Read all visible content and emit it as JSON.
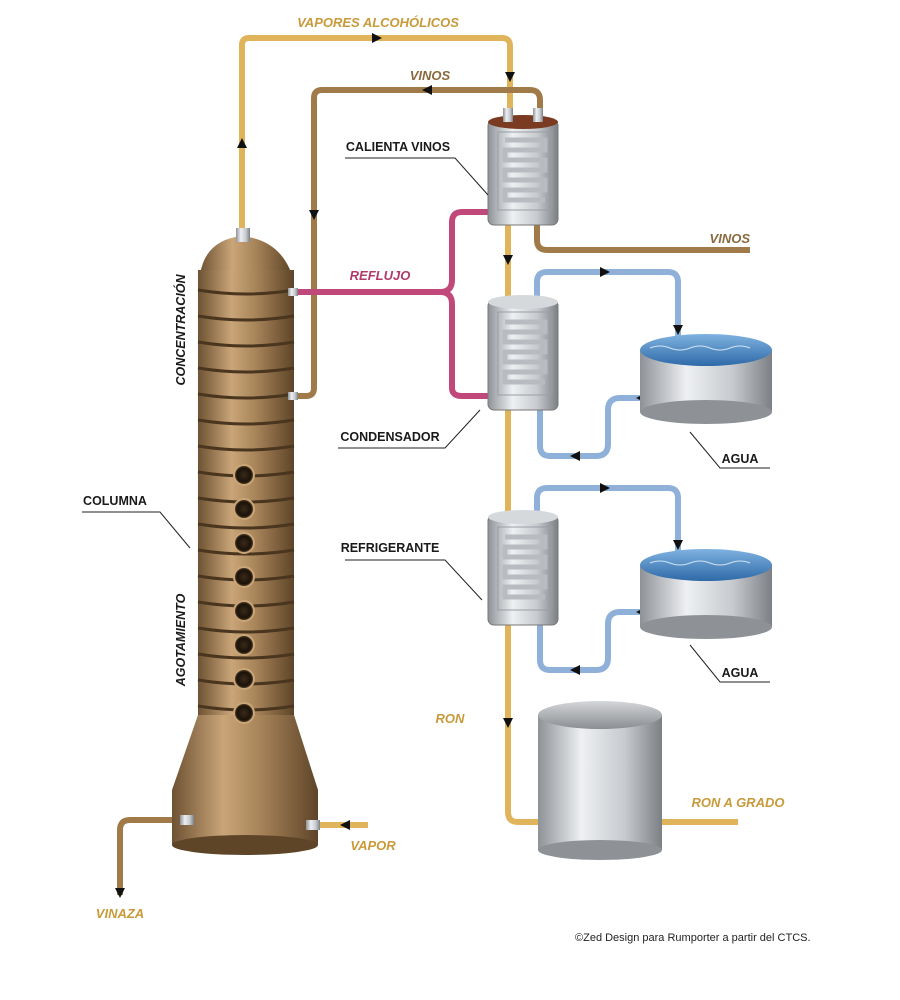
{
  "labels": {
    "vapores_alcoholicos": "VAPORES ALCOHÓLICOS",
    "vinos_top": "VINOS",
    "vinos_right": "VINOS",
    "calienta_vinos": "CALIENTA VINOS",
    "reflujo": "REFLUJO",
    "concentracion": "CONCENTRACIÓN",
    "condensador": "CONDENSADOR",
    "agua_1": "AGUA",
    "columna": "COLUMNA",
    "refrigerante": "REFRIGERANTE",
    "agotamiento": "AGOTAMIENTO",
    "agua_2": "AGUA",
    "ron": "RON",
    "ron_a_grado": "RON A GRADO",
    "vapor": "VAPOR",
    "vinaza": "VINAZA"
  },
  "credit": "©Zed Design para Rumporter a partir del CTCS.",
  "colors": {
    "vapor_pipe": "#e0b45a",
    "wine_pipe": "#a07a48",
    "reflux_pipe": "#c0487a",
    "water_pipe": "#8fb0d8",
    "column_body": "#a5825a",
    "label_gold": "#c89a3a"
  }
}
